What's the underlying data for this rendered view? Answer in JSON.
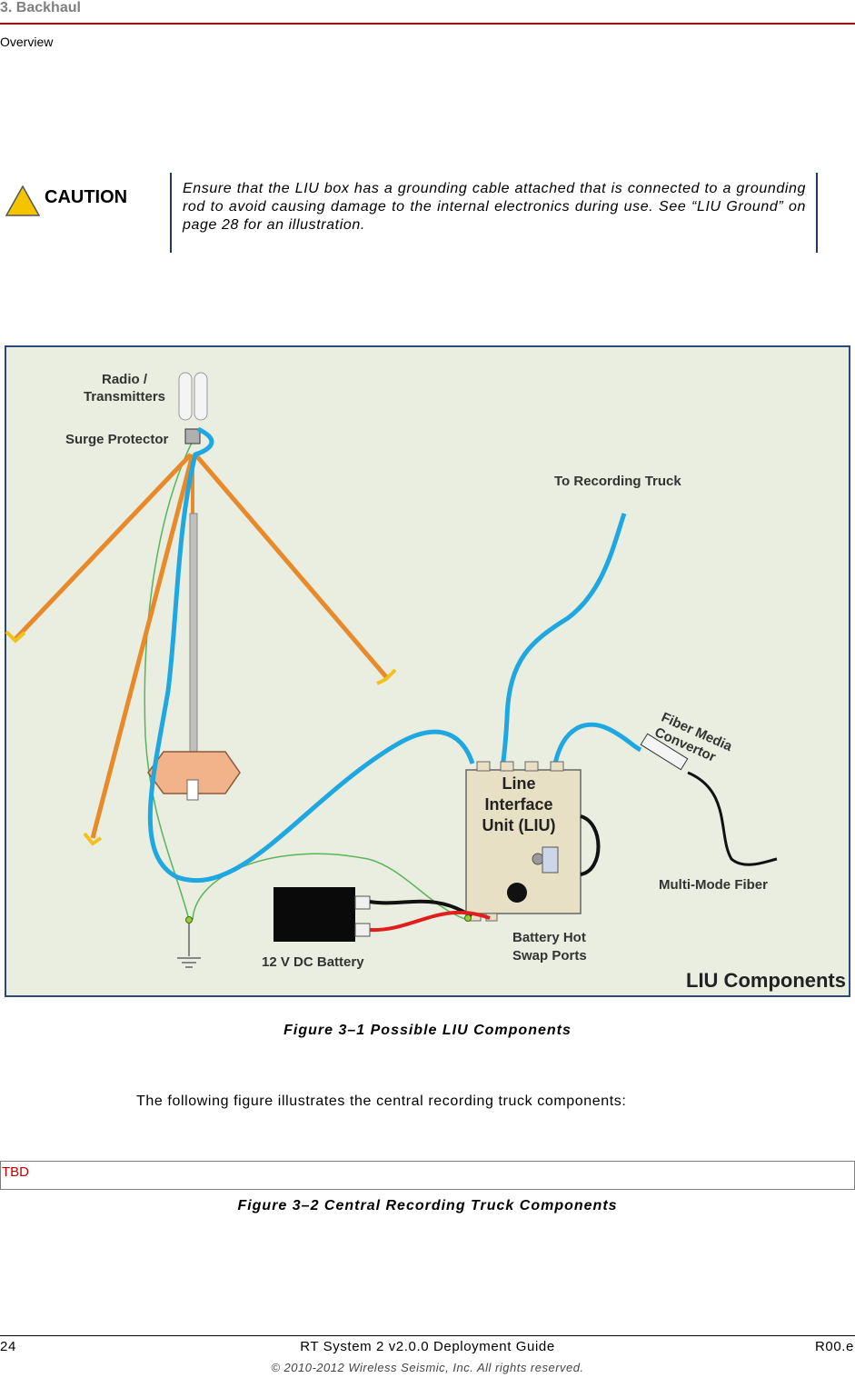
{
  "header": {
    "section": "3. Backhaul",
    "subsection": "Overview"
  },
  "caution": {
    "label": "CAUTION",
    "text": "Ensure that the LIU box has a grounding cable attached that is connected to a grounding rod to avoid causing damage to the internal electronics during use. See “LIU Ground” on page 28 for an illustration."
  },
  "figure1": {
    "labels": {
      "radio": [
        "Radio /",
        "Transmitters"
      ],
      "surge": "Surge Protector",
      "truck": "To Recording Truck",
      "liu": [
        "Line",
        "Interface",
        "Unit (LIU)"
      ],
      "fiber_conv": [
        "Fiber Media",
        "Convertor"
      ],
      "mm_fiber": "Multi-Mode Fiber",
      "battery": "12 V DC Battery",
      "hot_swap": [
        "Battery Hot",
        "Swap Ports"
      ],
      "title": "LIU Components"
    },
    "caption": "Figure 3–1  Possible LIU Components"
  },
  "body": {
    "intro": "The following figure illustrates the central recording truck components:"
  },
  "figure2": {
    "placeholder": "TBD",
    "caption": "Figure 3–2  Central Recording Truck Components"
  },
  "footer": {
    "page": "24",
    "doc_title": "RT System 2 v2.0.0 Deployment Guide",
    "revision": "R00.e",
    "copyright": "© 2010-2012 Wireless Seismic, Inc. All rights reserved."
  }
}
